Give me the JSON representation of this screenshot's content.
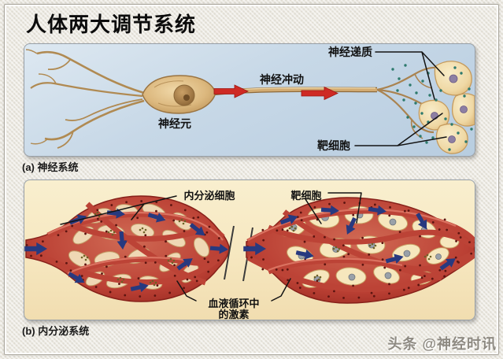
{
  "title": "人体两大调节系统",
  "watermark": "头条 @神经时讯",
  "panel_a": {
    "caption": "(a) 神经系统",
    "labels": {
      "neuron": "神经元",
      "nerve_impulse": "神经冲动",
      "neurotransmitter": "神经递质",
      "target_cell": "靶细胞"
    }
  },
  "panel_b": {
    "caption": "(b) 内分泌系统",
    "labels": {
      "endocrine_cell": "内分泌细胞",
      "target_cell": "靶细胞",
      "hormone_line1": "血液循环中",
      "hormone_line2": "的激素"
    }
  },
  "colors": {
    "panel_a_bg": "#c7d8e7",
    "panel_b_bg": "#f6e7bf",
    "vessel_red": "#bb4034",
    "impulse_arrow_red": "#ce2a24",
    "flow_arrow_blue": "#27397f",
    "neurotransmitter_dot_teal": "#2d7a6d",
    "neuron_tan": "#d2ab72",
    "cell_cream": "#f4e2b4"
  }
}
